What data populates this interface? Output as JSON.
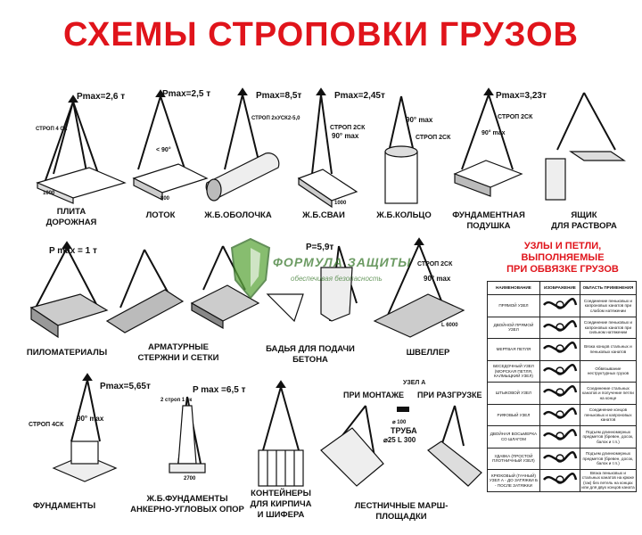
{
  "title": "СХЕМЫ СТРОПОВКИ ГРУЗОВ",
  "items": [
    {
      "caption": "ПЛИТА\nДОРОЖНАЯ",
      "pmax": "Pmax=2,6 т"
    },
    {
      "caption": "ЛОТОК",
      "pmax": "Pmax=2,5 т"
    },
    {
      "caption": "Ж.Б.ОБОЛОЧКА",
      "pmax": "Pmax=8,5т"
    },
    {
      "caption": "Ж.Б.СВАИ",
      "pmax": "Pmax=2,45т"
    },
    {
      "caption": "Ж.Б.КОЛЬЦО",
      "pmax": ""
    },
    {
      "caption": "ФУНДАМЕНТНАЯ\nПОДУШКА",
      "pmax": "Pmax=3,23т"
    },
    {
      "caption": "ЯЩИК\nДЛЯ РАСТВОРА",
      "pmax": ""
    },
    {
      "caption": "ПИЛОМАТЕРИАЛЫ",
      "pmax": "P max = 1 т"
    },
    {
      "caption": "АРМАТУРНЫЕ\nСТЕРЖНИ И СЕТКИ",
      "pmax": ""
    },
    {
      "caption": "БАДЬЯ ДЛЯ ПОДАЧИ\nБЕТОНА",
      "pmax": "P=5,9т"
    },
    {
      "caption": "ШВЕЛЛЕР",
      "pmax": ""
    },
    {
      "caption": "ФУНДАМЕНТЫ",
      "pmax": "Pmax=5,65т"
    },
    {
      "caption": "Ж.Б.ФУНДАМЕНТЫ\nАНКЕРНО-УГЛОВЫХ ОПОР",
      "pmax": "P max =6,5 т"
    },
    {
      "caption": "КОНТЕЙНЕРЫ\nДЛЯ КИРПИЧА\nИ ШИФЕРА",
      "pmax": ""
    },
    {
      "caption": "ЛЕСТНИЧНЫЕ МАРШ-ПЛОЩАДКИ",
      "pmax": ""
    }
  ],
  "labels": {
    "strop4sk": "СТРОП 4 СК",
    "strop2usk": "СТРОП 2хУСК2-5,0",
    "strop2sk_a": "СТРОП 2СК",
    "strop2sk_b": "СТРОП 2СК",
    "strop2sk_c": "СТРОП 2СК",
    "strop2sk_d": "СТРОП 2СК",
    "strop4sk_b": "СТРОП 4СК",
    "angle90a": "90° max",
    "angle90b": "90° max",
    "angle90c": "90° max",
    "angle90d": "90° max",
    "angle90e": "90° max",
    "anglelt90": "< 90°",
    "dim1000": "1000",
    "dim800": "800",
    "dim1000b": "1000",
    "dim_l6000": "L 6000",
    "pri_montazhe": "ПРИ МОНТАЖЕ",
    "pri_razgruzke": "ПРИ РАЗГРУЗКЕ",
    "uzel_a": "УЗЕЛ А",
    "truba": "ТРУБА",
    "truba_size": "⌀25 L 300",
    "d100": "⌀ 100",
    "strop2strop": "2 строп 1 ск",
    "dim2700": "2700"
  },
  "watermark": {
    "line1": "ФОРМУЛА ЗАЩИТЫ",
    "line2": "обеспечивая безопасность"
  },
  "knots": {
    "title": "УЗЛЫ И ПЕТЛИ,\nВЫПОЛНЯЕМЫЕ\nПРИ ОБВЯЗКЕ ГРУЗОВ",
    "headers": [
      "НАИМЕНОВАНИЕ",
      "ИЗОБРАЖЕНИЕ",
      "ОБЛАСТЬ ПРИМЕНЕНИЯ"
    ],
    "rows": [
      {
        "name": "ПРЯМОЙ УЗЕЛ",
        "use": "Соединение пеньковых и капроновых канатов при слабом натяжении"
      },
      {
        "name": "ДВОЙНОЙ ПРЯМОЙ УЗЕЛ",
        "use": "Соединение пеньковых и капроновых канатов при сильном натяжении"
      },
      {
        "name": "МЕРТВАЯ ПЕТЛЯ",
        "use": "Вязка концов стальных и пеньковых канатов"
      },
      {
        "name": "БЕСЕДОЧНЫЙ УЗЕЛ (МОРСКАЯ ПЕТЛЯ, КАЛМЫЦКИЙ УЗЕЛ)",
        "use": "Обвязывание неструктурных грузов"
      },
      {
        "name": "ШТЫКОВОЙ УЗЕЛ",
        "use": "Соединение стальных канатов и получение петли на конце"
      },
      {
        "name": "РИФОВЫЙ УЗЕЛ",
        "use": "Соединение концов пеньковых и капроновых канатов"
      },
      {
        "name": "ДВОЙНАЯ ВОСЬМЕРКА СО ШЛАГОМ",
        "use": "Подъем длинномерных предметов (бревен, досок, балок и т.п.)"
      },
      {
        "name": "УДАВКА (ПРОСТОЙ ПЛОТНИЧНЫЙ УЗЕЛ)",
        "use": "Подъем длинномерных предметов (бревен, досок, балок и т.п.)"
      },
      {
        "name": "КРЮКОВЫЙ (ГАЧНЫЙ) УЗЕЛ А - ДО ЗАТЯЖКИ Б - ПОСЛЕ ЗАТЯЖКИ",
        "use": "Вязка пеньковых и стальных канатов на крюке (гак) без петель на концах или для двух концов каната"
      }
    ]
  },
  "colors": {
    "title": "#e0141b",
    "watermark": "#3b7a2f"
  }
}
